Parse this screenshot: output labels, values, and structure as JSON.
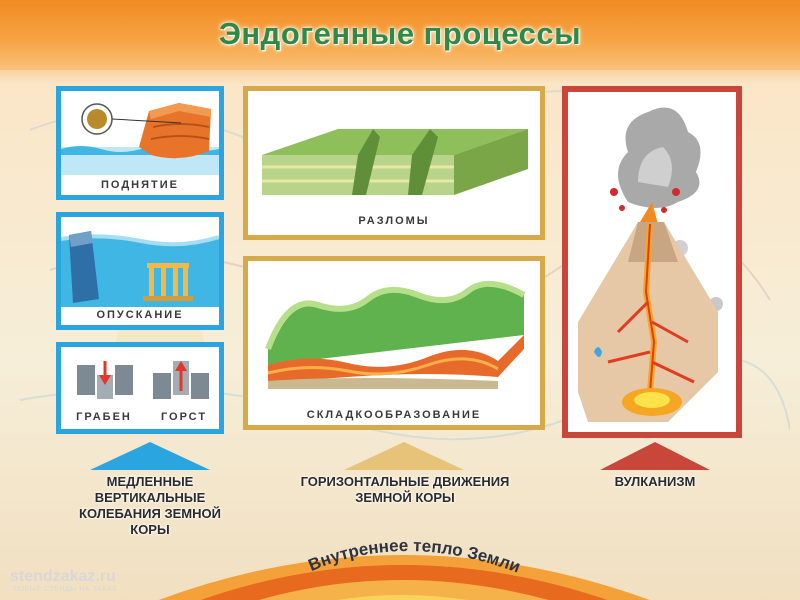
{
  "title": "Эндогенные процессы",
  "panels": {
    "uplift": "ПОДНЯТИЕ",
    "subsidence": "ОПУСКАНИЕ",
    "graben": "ГРАБЕН",
    "horst": "ГОРСТ",
    "faults": "РАЗЛОМЫ",
    "folding": "СКЛАДКООБРАЗОВАНИЕ"
  },
  "captions": {
    "vertical": [
      "МЕДЛЕННЫЕ",
      "ВЕРТИКАЛЬНЫЕ",
      "КОЛЕБАНИЯ ЗЕМНОЙ",
      "КОРЫ"
    ],
    "horizontal": [
      "ГОРИЗОНТАЛЬНЫЕ ДВИЖЕНИЯ",
      "ЗЕМНОЙ КОРЫ"
    ],
    "volcanism": "ВУЛКАНИЗМ"
  },
  "arc_text": "Внутреннее тепло Земли",
  "footer": {
    "site": "stendzakaz.ru",
    "tagline": "ЛЮБЫЕ СТЕНДЫ НА ЗАКАЗ"
  },
  "colors": {
    "title": "#2f8a47",
    "blue_frame": "#2aa5e0",
    "gold_frame": "#d6a94a",
    "red_frame": "#c8463a"
  }
}
